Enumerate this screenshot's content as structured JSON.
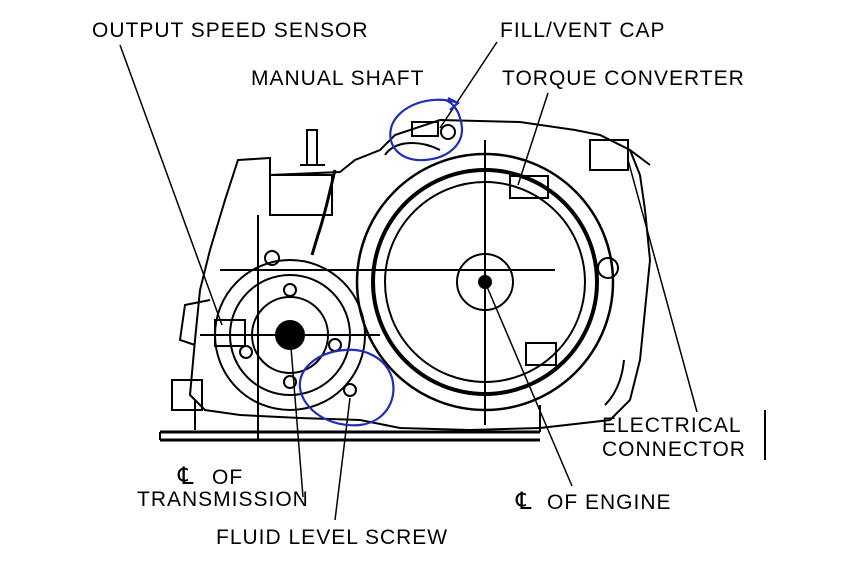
{
  "diagram": {
    "labels": {
      "output_speed_sensor": "OUTPUT SPEED SENSOR",
      "fill_vent_cap": "FILL/VENT CAP",
      "manual_shaft": "MANUAL SHAFT",
      "torque_converter": "TORQUE CONVERTER",
      "electrical": "ELECTRICAL",
      "connector": "CONNECTOR",
      "cl_symbol_1": "℄",
      "of_1": "OF",
      "transmission": "TRANSMISSION",
      "cl_symbol_2": "℄",
      "of_engine": "OF ENGINE",
      "fluid_level_screw": "FLUID LEVEL SCREW"
    },
    "colors": {
      "line": "#000000",
      "annotation": "#1f2fb5",
      "background": "#ffffff"
    }
  }
}
